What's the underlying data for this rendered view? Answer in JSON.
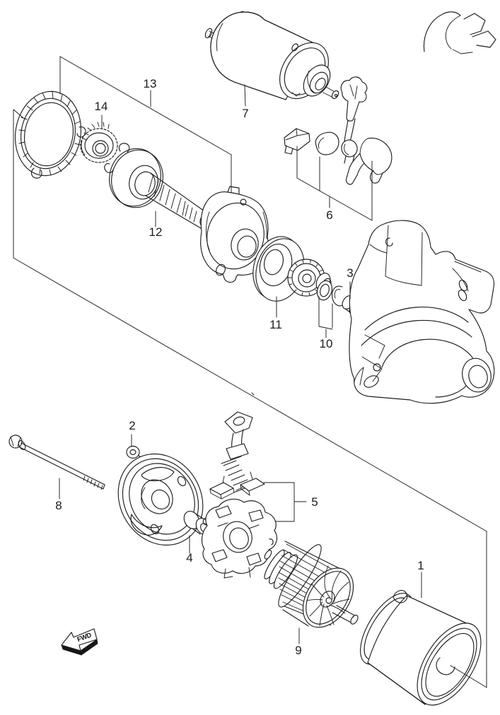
{
  "diagram": {
    "kind": "exploded-parts-diagram",
    "background": "#ffffff",
    "line_color": "#1f1f1f",
    "callouts": [
      {
        "text": "1"
      },
      {
        "text": "2"
      },
      {
        "text": "3"
      },
      {
        "text": "4"
      },
      {
        "text": "5"
      },
      {
        "text": "6"
      },
      {
        "text": "7"
      },
      {
        "text": "8"
      },
      {
        "text": "9"
      },
      {
        "text": "10"
      },
      {
        "text": "11"
      },
      {
        "text": "12"
      },
      {
        "text": "13"
      },
      {
        "text": "14"
      }
    ],
    "direction_marker": {
      "text": "FWD"
    }
  }
}
